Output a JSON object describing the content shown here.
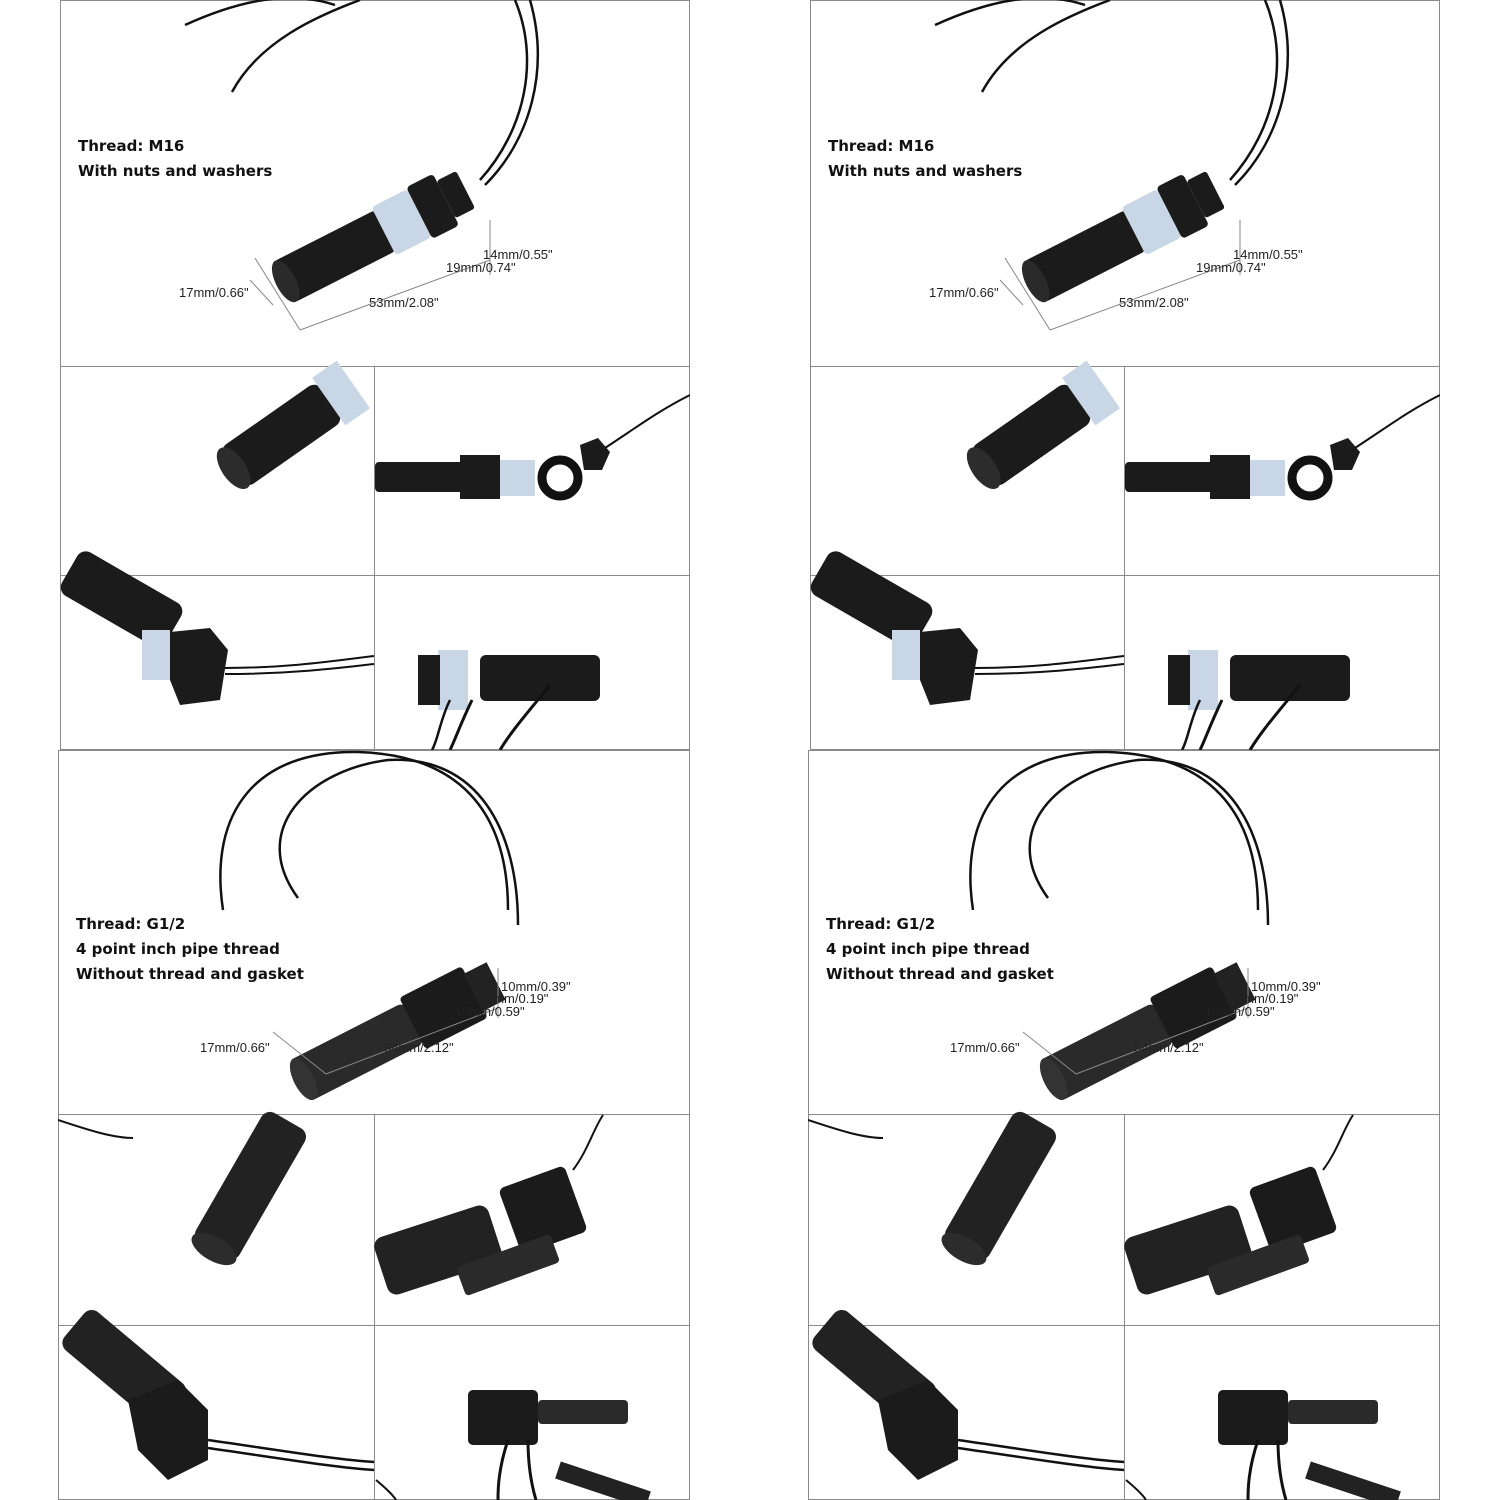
{
  "m16": {
    "caption_line1": "Thread: M16",
    "caption_line2": "With nuts and washers",
    "dim_14": "14mm/0.55\"",
    "dim_19": "19mm/0.74\"",
    "dim_17": "17mm/0.66\"",
    "dim_53": "53mm/2.08\""
  },
  "g12": {
    "caption_line1": "Thread: G1/2",
    "caption_line2": "4 point inch pipe thread",
    "caption_line3": "Without thread and gasket",
    "dim_10": "10mm/0.39\"",
    "dim_5": "5mm/0.19\"",
    "dim_15": "15mm/0.59\"",
    "dim_17": "17mm/0.66\"",
    "dim_54": "54mm/2.12\""
  },
  "colors": {
    "sensor_body": "#1b1b1b",
    "washer": "#c9d6e6",
    "frame_border": "#8a8a8a"
  }
}
